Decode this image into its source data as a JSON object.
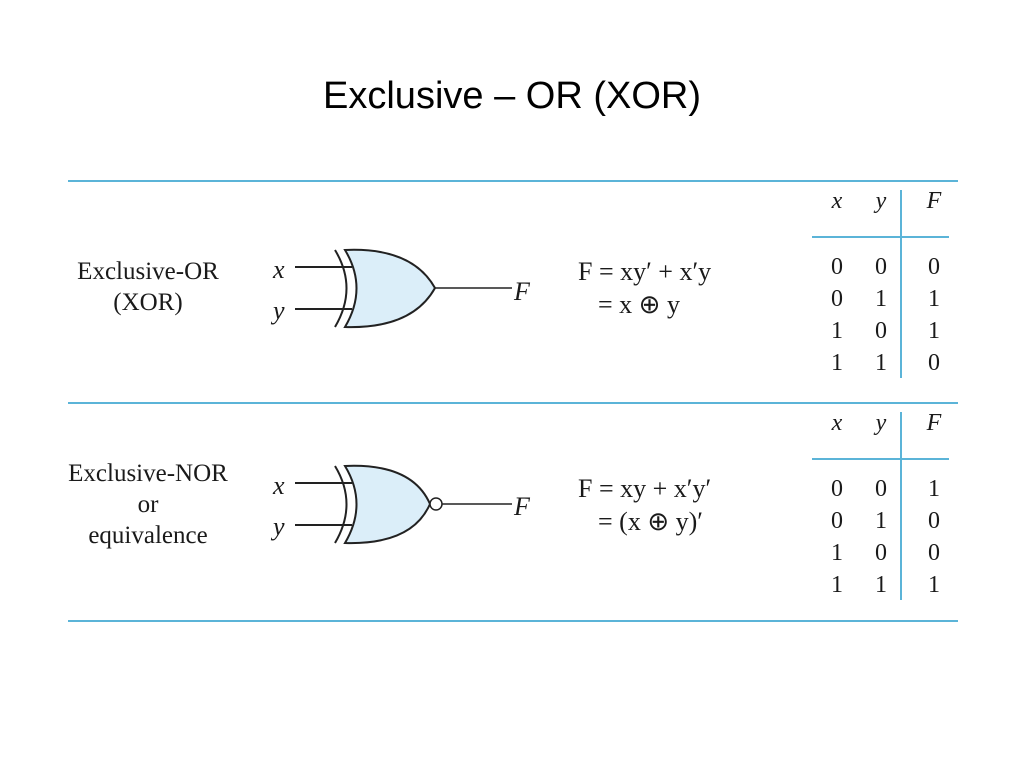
{
  "title": "Exclusive – OR (XOR)",
  "accent_color": "#5bb4d8",
  "gate_fill": "#dbeef9",
  "gates": [
    {
      "name_lines": [
        "Exclusive-OR",
        "(XOR)"
      ],
      "input_x": "x",
      "input_y": "y",
      "output": "F",
      "symbol": "xor-gate",
      "formula_line1": "F = xy′ + x′y",
      "formula_line2": "= x ⊕ y",
      "truth_table": {
        "headers": [
          "x",
          "y",
          "F"
        ],
        "rows": [
          [
            "0",
            "0",
            "0"
          ],
          [
            "0",
            "1",
            "1"
          ],
          [
            "1",
            "0",
            "1"
          ],
          [
            "1",
            "1",
            "0"
          ]
        ]
      }
    },
    {
      "name_lines": [
        "Exclusive-NOR",
        "or",
        "equivalence"
      ],
      "input_x": "x",
      "input_y": "y",
      "output": "F",
      "symbol": "xnor-gate",
      "formula_line1": "F = xy + x′y′",
      "formula_line2": "= (x ⊕ y)′",
      "truth_table": {
        "headers": [
          "x",
          "y",
          "F"
        ],
        "rows": [
          [
            "0",
            "0",
            "1"
          ],
          [
            "0",
            "1",
            "0"
          ],
          [
            "1",
            "0",
            "0"
          ],
          [
            "1",
            "1",
            "1"
          ]
        ]
      }
    }
  ]
}
